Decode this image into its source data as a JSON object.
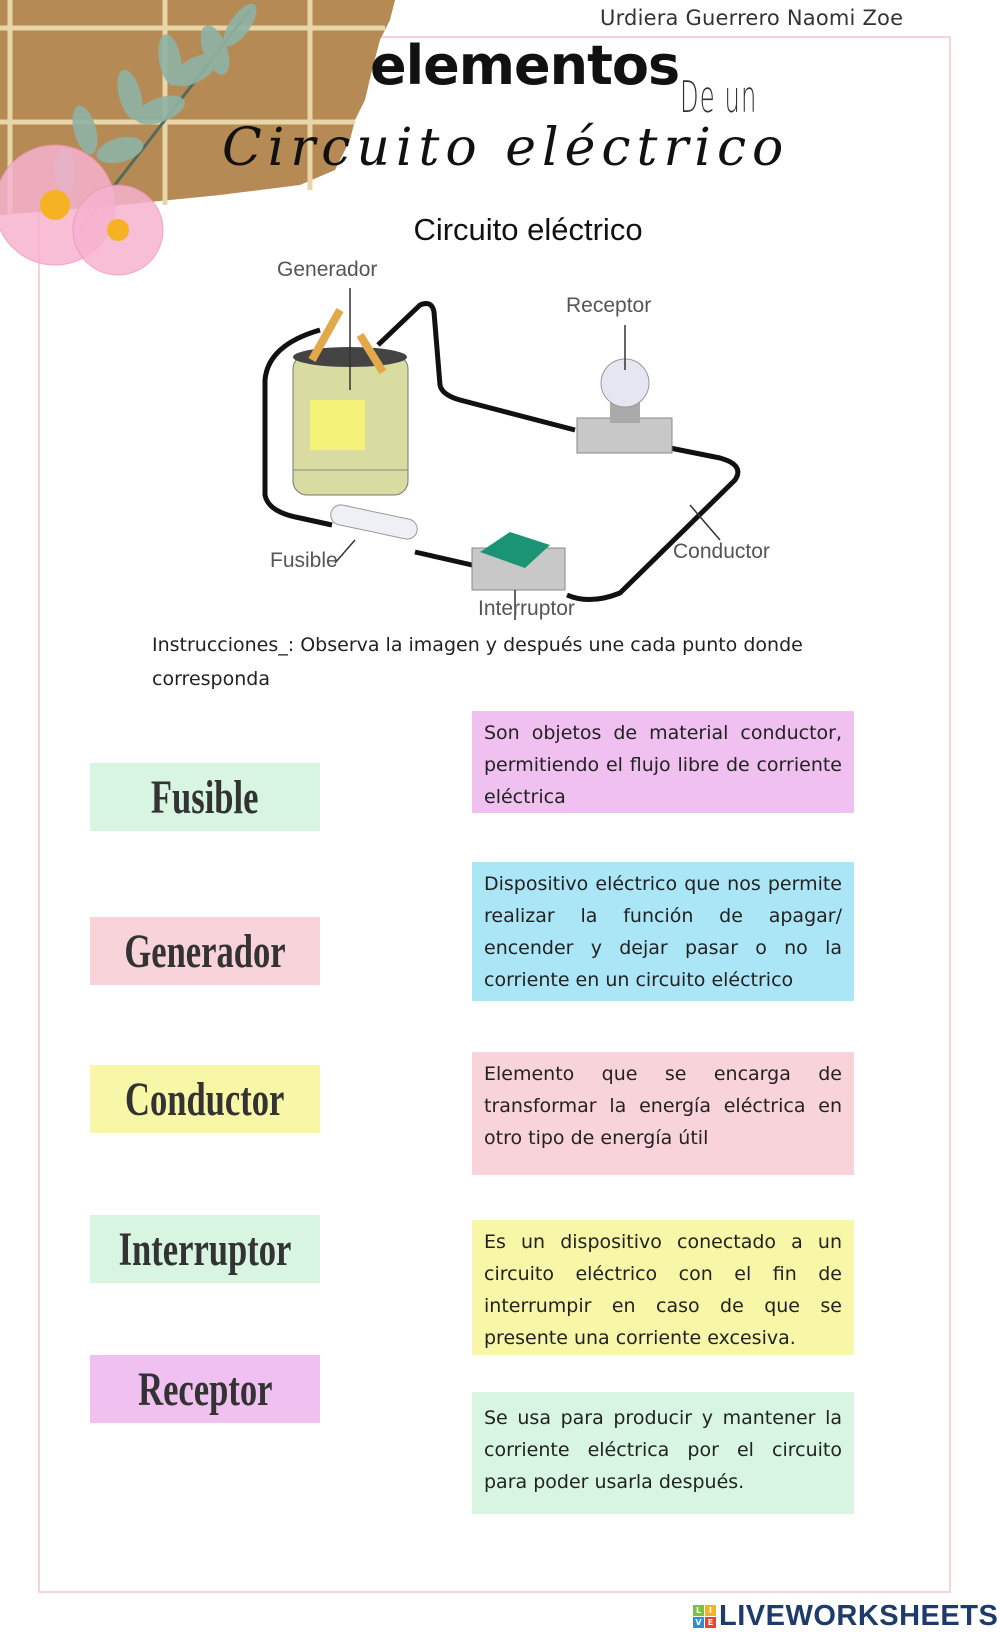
{
  "header": {
    "author": "Urdiera Guerrero Naomi Zoe",
    "title_line1": "elementos",
    "title_line2": "De un",
    "title_line3": "Circuito eléctrico"
  },
  "diagram": {
    "title": "Circuito eléctrico",
    "labels": {
      "generador": "Generador",
      "receptor": "Receptor",
      "fusible": "Fusible",
      "conductor": "Conductor",
      "interruptor": "Interruptor"
    }
  },
  "instructions": "Instrucciones_: Observa la imagen y después une cada punto donde corresponda",
  "terms": [
    {
      "label": "Fusible",
      "color": "#d8f5e2"
    },
    {
      "label": "Generador",
      "color": "#f8d3d9"
    },
    {
      "label": "Conductor",
      "color": "#f8f7a8"
    },
    {
      "label": "Interruptor",
      "color": "#d8f5e2"
    },
    {
      "label": "Receptor",
      "color": "#f0c0f0"
    }
  ],
  "definitions": [
    {
      "text": "Son objetos de material conductor, permitiendo el flujo libre de corriente eléctrica",
      "color": "#f0c0f0"
    },
    {
      "text": "Dispositivo eléctrico que nos permite realizar la función de apagar/ encender y dejar pasar o no la corriente en un circuito eléctrico",
      "color": "#abe6f6"
    },
    {
      "text": "Elemento que se encarga de transformar la energía eléctrica en otro tipo de energía útil",
      "color": "#f8d3d9"
    },
    {
      "text": "Es un dispositivo conectado a un circuito eléctrico con el fin de interrumpir en caso de que se presente una corriente excesiva.",
      "color": "#f8f7a8"
    },
    {
      "text": "Se usa para producir y mantener la corriente eléctrica por el circuito para poder usarla después.",
      "color": "#d8f5e2"
    }
  ],
  "footer": {
    "logo": "LIVEWORKSHEETS",
    "logo_letters": [
      "L",
      "I",
      "V",
      "E"
    ]
  }
}
